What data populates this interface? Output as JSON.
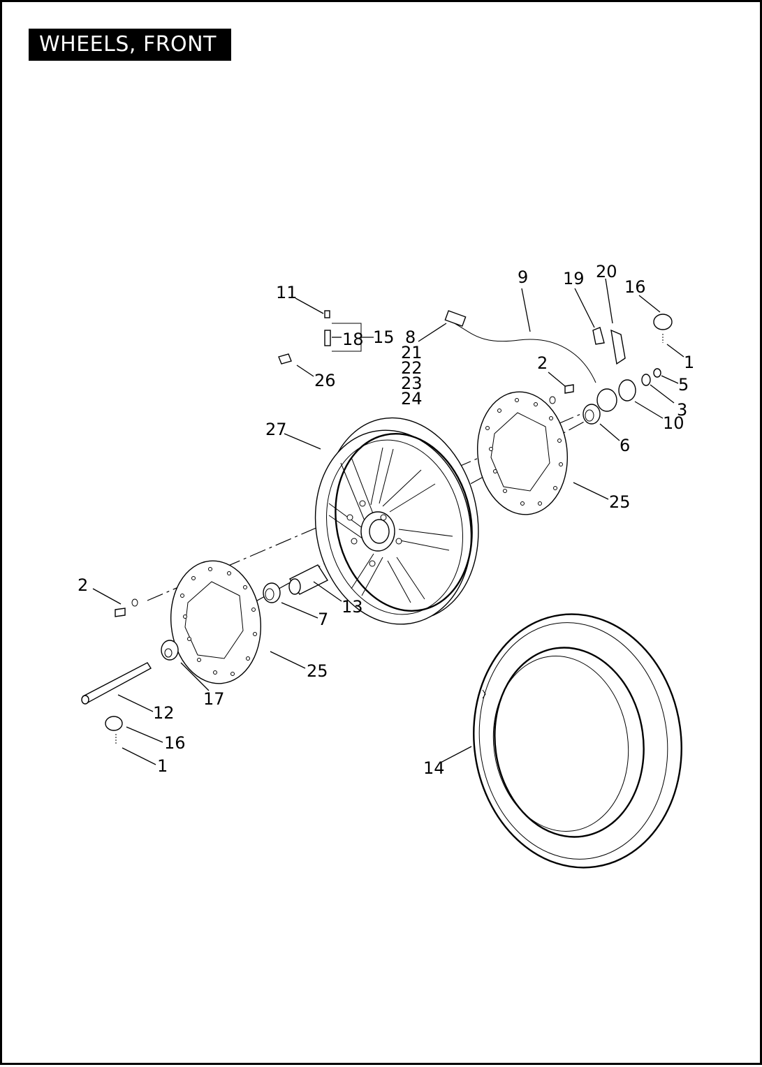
{
  "title": "WHEELS, FRONT",
  "callouts": [
    {
      "id": "c1a",
      "text": "1"
    },
    {
      "id": "c1b",
      "text": "1"
    },
    {
      "id": "c2a",
      "text": "2"
    },
    {
      "id": "c2b",
      "text": "2"
    },
    {
      "id": "c3",
      "text": "3"
    },
    {
      "id": "c5",
      "text": "5"
    },
    {
      "id": "c6",
      "text": "6"
    },
    {
      "id": "c7",
      "text": "7"
    },
    {
      "id": "c8",
      "text": "8"
    },
    {
      "id": "c9",
      "text": "9"
    },
    {
      "id": "c10",
      "text": "10"
    },
    {
      "id": "c11",
      "text": "11"
    },
    {
      "id": "c12",
      "text": "12"
    },
    {
      "id": "c13",
      "text": "13"
    },
    {
      "id": "c14",
      "text": "14"
    },
    {
      "id": "c15",
      "text": "15"
    },
    {
      "id": "c16a",
      "text": "16"
    },
    {
      "id": "c16b",
      "text": "16"
    },
    {
      "id": "c17",
      "text": "17"
    },
    {
      "id": "c18",
      "text": "18"
    },
    {
      "id": "c19",
      "text": "19"
    },
    {
      "id": "c20",
      "text": "20"
    },
    {
      "id": "c21",
      "text": "21"
    },
    {
      "id": "c22",
      "text": "22"
    },
    {
      "id": "c23",
      "text": "23"
    },
    {
      "id": "c24",
      "text": "24"
    },
    {
      "id": "c25a",
      "text": "25"
    },
    {
      "id": "c25b",
      "text": "25"
    },
    {
      "id": "c26",
      "text": "26"
    },
    {
      "id": "c27",
      "text": "27"
    }
  ]
}
